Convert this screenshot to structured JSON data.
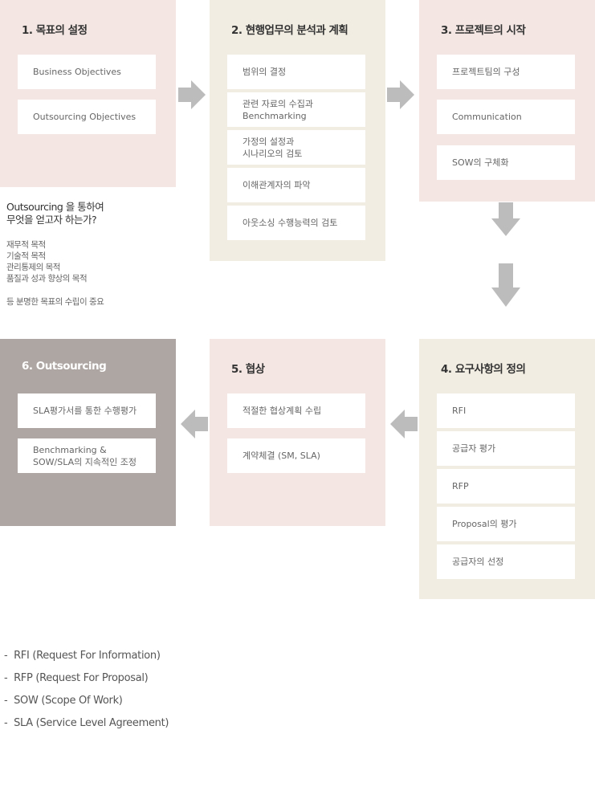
{
  "colors": {
    "pink": "#f4e7e3",
    "beige": "#f2ede2",
    "gray": "#aea6a2",
    "arrow": "#bcbcbc"
  },
  "steps": [
    {
      "title": "1. 목표의 설정",
      "items": [
        "Business Objectives",
        "Outsourcing Objectives"
      ]
    },
    {
      "title": "2. 현행업무의 분석과 계획",
      "items": [
        "범위의 결정",
        "관련 자료의 수집과\nBenchmarking",
        "가정의 설정과\n시나리오의 검토",
        "이해관계자의 파악",
        "아웃소싱 수행능력의 검토"
      ]
    },
    {
      "title": "3. 프로젝트의 시작",
      "items": [
        "프로젝트팀의 구성",
        "Communication",
        "SOW의 구체화"
      ]
    },
    {
      "title": "4. 요구사항의 정의",
      "items": [
        "RFI",
        "공급자 평가",
        "RFP",
        "Proposal의 평가",
        "공급자의 선정"
      ]
    },
    {
      "title": "5. 협상",
      "items": [
        "적절한 협상계획 수립",
        "계약체결 (SM, SLA)"
      ]
    },
    {
      "title": "6. Outsourcing",
      "items": [
        "SLA평가서를 통한 수행평가",
        "Benchmarking &\nSOW/SLA의 지속적인 조정"
      ]
    }
  ],
  "note": {
    "question": "Outsourcing 을 통하여\n무엇을 얻고자 하는가?",
    "list": [
      "재무적 목적",
      "기술적 목적",
      "관리통제의 목적",
      "품질과 성과 향상의 목적"
    ],
    "ending": "등 분명한 목표의 수립이 중요"
  },
  "legend": [
    "RFI (Request For Information)",
    "RFP (Request For Proposal)",
    "SOW (Scope Of Work)",
    "SLA (Service Level Agreement)"
  ]
}
